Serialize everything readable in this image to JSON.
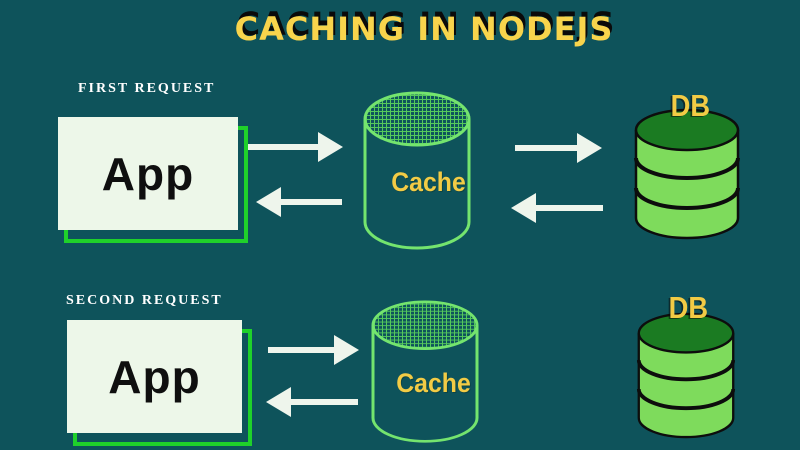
{
  "title": "CACHING IN NODEJS",
  "colors": {
    "background": "#0e535b",
    "title_text": "#f8d44c",
    "title_shadow": "#0a0a0a",
    "request_label_text": "#ffffff",
    "app_box_fill": "#edf7e9",
    "app_text": "#0f0f0f",
    "app_offset_outline": "#1fd12a",
    "arrow": "#eef5ec",
    "cache_outline": "#74e46e",
    "cache_grid": "#54c95c",
    "cache_label_text": "#f2cb45",
    "db_body_fill": "#7edb5c",
    "db_top_fill": "#1b7b22",
    "db_outline": "#0d0d0d",
    "db_label_text": "#f2cb45"
  },
  "diagram": {
    "type": "caching-flow-diagram",
    "rows": [
      {
        "label": "FIRST REQUEST",
        "app_label": "App",
        "cache_label": "Cache",
        "db_label": "DB",
        "flows": [
          "app-to-cache",
          "cache-to-app",
          "cache-to-db",
          "db-to-cache"
        ]
      },
      {
        "label": "SECOND REQUEST",
        "app_label": "App",
        "cache_label": "Cache",
        "db_label": "DB",
        "flows": [
          "app-to-cache",
          "cache-to-app"
        ]
      }
    ]
  }
}
